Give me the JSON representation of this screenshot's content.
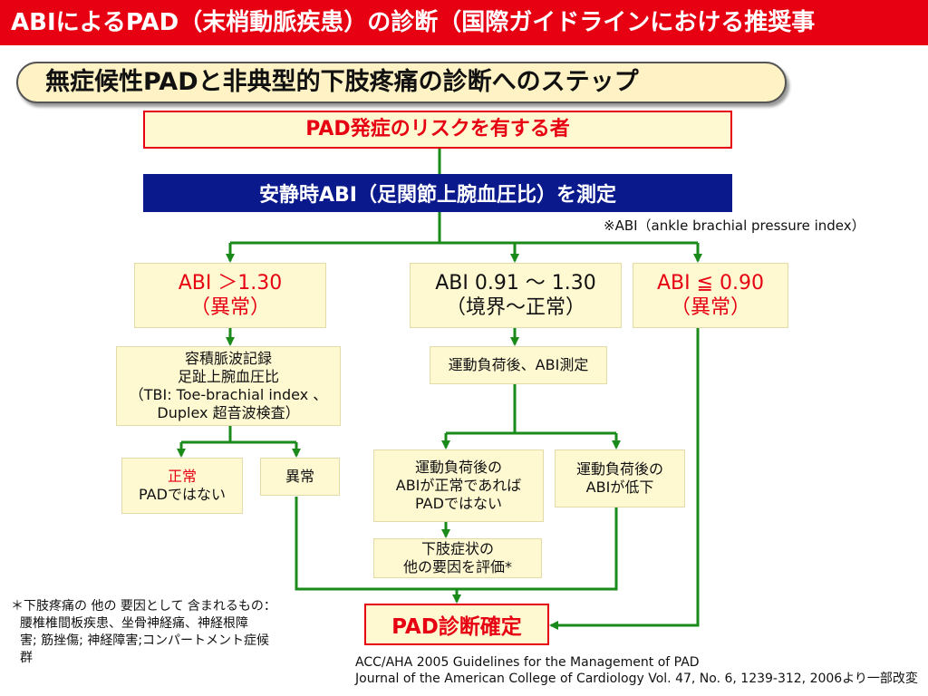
{
  "header": {
    "title": "ABIによるPAD（末梢動脈疾患）の診断（国際ガイドラインにおける推奨事"
  },
  "subtitle": "無症候性PADと非典型的下肢疼痛の診断へのステップ",
  "nodes": {
    "risk": "PAD発症のリスクを有する者",
    "measure": "安静時ABI（足関節上腕血圧比）を測定",
    "abi_note": "※ABI（ankle brachial pressure index）",
    "high_line1": "ABI ＞1.30",
    "high_line2": "（異常）",
    "mid_line1": "ABI 0.91 〜 1.30",
    "mid_line2": "（境界〜正常）",
    "low_line1": "ABI ≦ 0.90",
    "low_line2": "（異常）",
    "tests_l1": "容積脈波記録",
    "tests_l2": "足趾上腕血圧比",
    "tests_l3": "（TBI: Toe-brachial index 、",
    "tests_l4": "Duplex 超音波検査）",
    "normal_l1": "正常",
    "normal_l2": "PADではない",
    "abnormal": "異常",
    "exercise": "運動負荷後、ABI測定",
    "ex_normal_l1": "運動負荷後の",
    "ex_normal_l2": "ABIが正常であれば",
    "ex_normal_l3": "PADではない",
    "ex_low_l1": "運動負荷後の",
    "ex_low_l2": "ABIが低下",
    "other_l1": "下肢症状の",
    "other_l2": "他の要因を評価*",
    "confirm": "PAD診断確定"
  },
  "footnote": {
    "line1": "＊下肢疼痛の 他の 要因として 含まれるもの：",
    "line2": "腰椎椎間板疾患、坐骨神経痛、神経根障",
    "line3": "害; 筋挫傷; 神経障害;コンパートメント症候",
    "line4": "群"
  },
  "reference": {
    "line1": "ACC/AHA 2005 Guidelines for the Management of PAD",
    "line2": "Journal of the American College of Cardiology Vol. 47, No. 6, 1239-312, 2006より一部改変"
  },
  "colors": {
    "title_bar": "#e60012",
    "measure_box": "#0a1a8c",
    "arrow": "#1a8a1a",
    "box_fill": "#fff9d2"
  }
}
